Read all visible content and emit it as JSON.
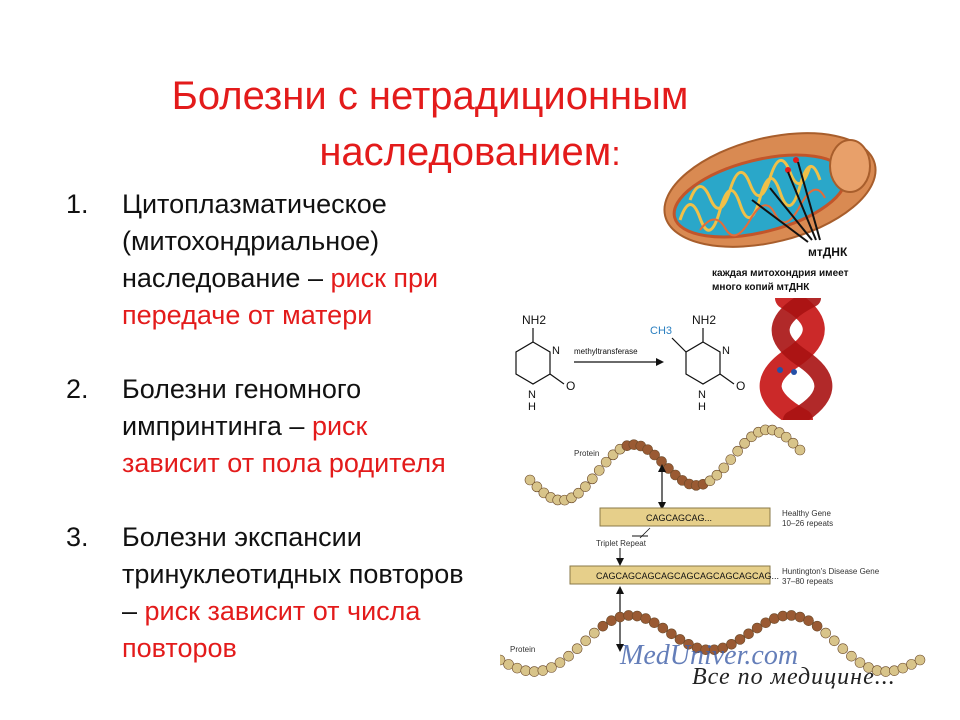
{
  "title": {
    "line1": "Болезни с нетрадиционным",
    "line2": "наследованием",
    "colon": ":"
  },
  "items": [
    {
      "num": "1.",
      "lines": [
        "Цитоплазматическое",
        "(митохондриальное)",
        "наследование – "
      ],
      "red_inline": "риск при",
      "red_lines": [
        "передаче от матери"
      ]
    },
    {
      "num": "2.",
      "lines": [
        "Болезни геномного",
        "импринтинга – "
      ],
      "red_inline": "риск",
      "red_lines": [
        "зависит от пола родителя"
      ]
    },
    {
      "num": "3.",
      "lines": [
        "Болезни экспансии",
        "тринуклеотидных повторов",
        "– "
      ],
      "red_inline": "риск зависит от числа",
      "red_lines": [
        "повторов"
      ]
    }
  ],
  "mito": {
    "label1": "мтДНК",
    "label2": "каждая митохондрия имеет",
    "label3": "много копий мтДНК"
  },
  "chem": {
    "nh2_left": "NH2",
    "nh2_right": "NH2",
    "ch3": "CH3",
    "enzyme": "methyltransferase",
    "n": "N",
    "h": "H",
    "o": "O"
  },
  "repeat": {
    "protein_top": "Protein",
    "protein_bottom": "Protein",
    "healthy_seq": "CAGCAGCAG...",
    "healthy_label1": "Healthy Gene",
    "healthy_label2": "10–26 repeats",
    "triplet": "Triplet Repeat",
    "hd_seq": "CAGCAGCAGCAGCAGCAGCAGCAGCAG...",
    "hd_label1": "Huntington's Disease Gene",
    "hd_label2": "37–80 repeats"
  },
  "watermark": {
    "site": "MedUniver.com",
    "slogan": "Все по медицине..."
  },
  "colors": {
    "accent_red": "#e31b1b",
    "mito_orange": "#d98a52",
    "matrix_blue": "#2aa7c9",
    "dna_red": "#c81d1d",
    "bead_tan": "#d8c48a",
    "bead_brown": "#9a5a33"
  }
}
